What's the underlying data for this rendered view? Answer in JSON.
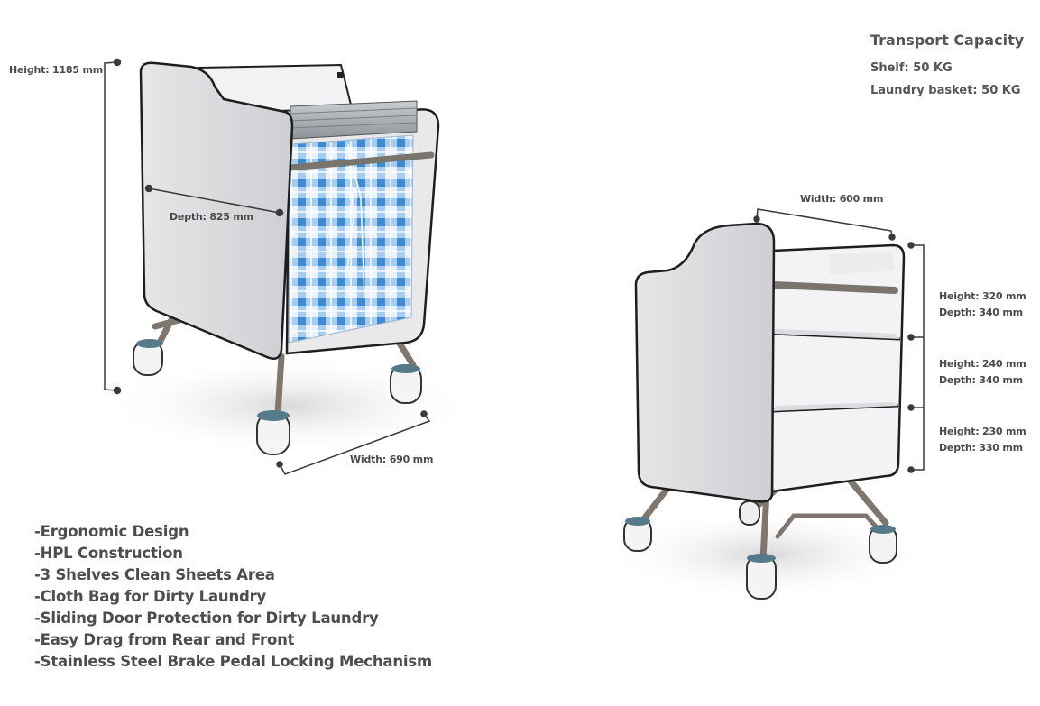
{
  "trolley_left": {
    "height_label": "Height: 1185 mm",
    "depth_label": "Depth: 825 mm",
    "width_label": "Width: 690 mm"
  },
  "trolley_right": {
    "width_label": "Width: 600 mm",
    "shelves": [
      {
        "height": "Height: 320 mm",
        "depth": "Depth: 340 mm"
      },
      {
        "height": "Height: 240 mm",
        "depth": "Depth: 340 mm"
      },
      {
        "height": "Height: 230 mm",
        "depth": "Depth: 330 mm"
      }
    ]
  },
  "transport_capacity": {
    "title": "Transport Capacity",
    "shelf": "Shelf: 50 KG",
    "laundry_basket": "Laundry basket: 50 KG"
  },
  "features": [
    "-Ergonomic Design",
    "-HPL Construction",
    "-3 Shelves Clean Sheets Area",
    "-Cloth Bag for Dirty Laundry",
    "-Sliding Door Protection for Dirty Laundry",
    "-Easy Drag from Rear and Front",
    "-Stainless Steel Brake Pedal Locking Mechanism"
  ],
  "colors": {
    "panel": "#e9e9ec",
    "edge": "#1e1e1e",
    "steel": "#7d776f",
    "plaid": "#5fa3da",
    "dimension_line": "#3a3a3a"
  }
}
